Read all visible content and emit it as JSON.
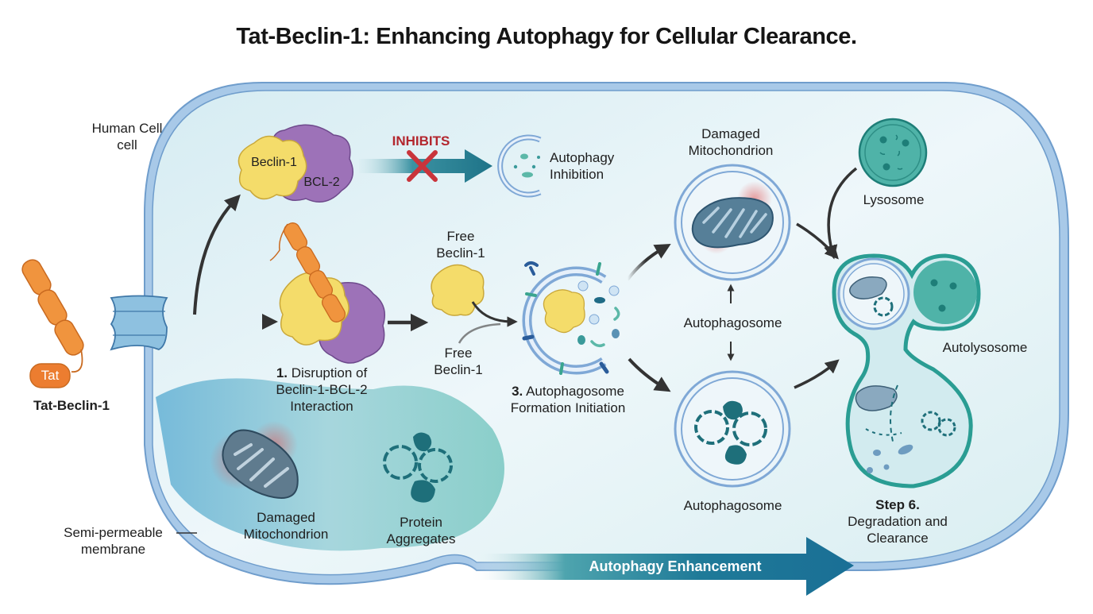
{
  "title": "Tat-Beclin-1: Enhancing Autophagy for Cellular Clearance.",
  "labels": {
    "human_cell_line1": "Human Cell",
    "human_cell_line2": "cell",
    "tat": "Tat",
    "tat_beclin": "Tat-Beclin-1",
    "beclin1": "Beclin-1",
    "bcl2": "BCL-2",
    "inhibits": "INHIBITS",
    "autophagy_inhibition_line1": "Autophagy",
    "autophagy_inhibition_line2": "Inhibition",
    "step1_num": "1.",
    "step1_line1": "Disruption of",
    "step1_line2": "Beclin-1-BCL-2",
    "step1_line3": "Interaction",
    "free_beclin_top_line1": "Free",
    "free_beclin_top_line2": "Beclin-1",
    "free_beclin_bottom_line1": "Free",
    "free_beclin_bottom_line2": "Beclin-1",
    "step3_num": "3.",
    "step3_line1": "Autophagosome",
    "step3_line2": "Formation Initiation",
    "damaged_mito_top_line1": "Damaged",
    "damaged_mito_top_line2": "Mitochondrion",
    "autophagosome_middle": "Autophagosome",
    "autophagosome_bottom": "Autophagosome",
    "lysosome": "Lysosome",
    "autolysosome": "Autolysosome",
    "step6_num": "Step 6.",
    "step6_line1": "Degradation and",
    "step6_line2": "Clearance",
    "damaged_mito_bottom_line1": "Damaged",
    "damaged_mito_bottom_line2": "Mitochondrion",
    "protein_line1": "Protein",
    "protein_line2": "Aggregates",
    "membrane_line1": "Semi-permeable",
    "membrane_line2": "membrane",
    "enhancement": "Autophagy Enhancement"
  },
  "colors": {
    "membrane": "#8db4dc",
    "cytoplasm": "#dff0f4",
    "beclin": "#f4dc6a",
    "bcl2": "#9d72b8",
    "tat_peptide": "#f0943e",
    "teal": "#2a9d93",
    "dark_teal": "#1a6f86",
    "inhibit_red": "#b3262e",
    "arrow": "#333333"
  }
}
